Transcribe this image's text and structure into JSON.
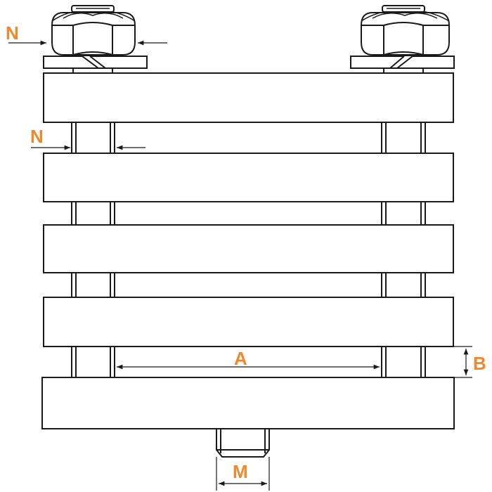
{
  "labels": {
    "n_top": "N",
    "n_mid": "N",
    "a": "A",
    "b": "B",
    "m": "M"
  },
  "colors": {
    "label": "#F0882E",
    "line": "#1a1a1a",
    "fill": "#ffffff"
  }
}
